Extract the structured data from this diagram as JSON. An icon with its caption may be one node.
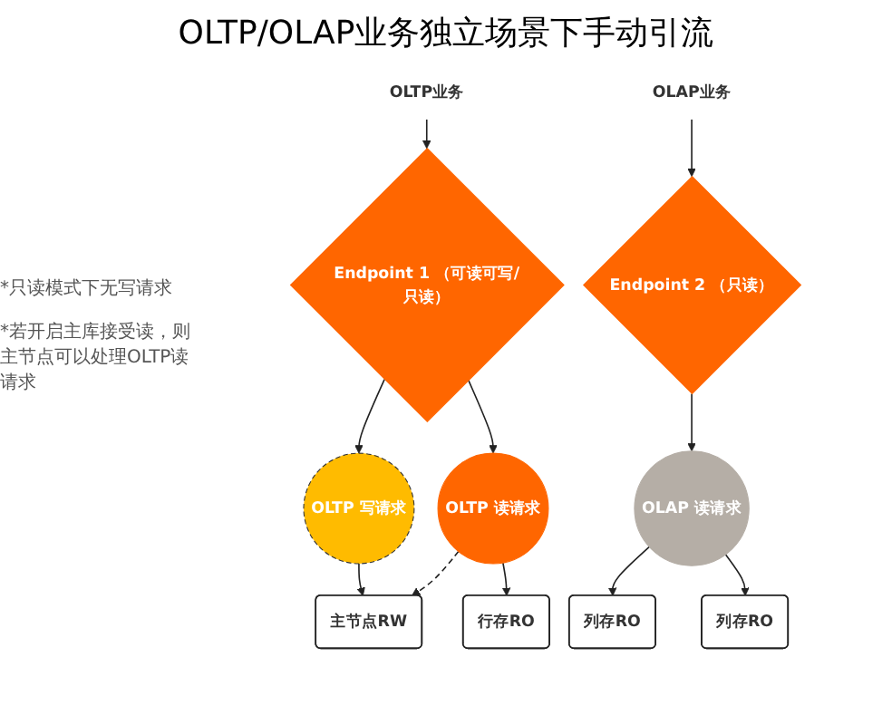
{
  "diagram": {
    "title": "OLTP/OLAP业务独立场景下手动引流",
    "nodes": [
      {
        "text": [
          "OLTP业务"
        ]
      },
      {
        "text": [
          "Endpoint 1 （可读可写/只读）"
        ]
      },
      {
        "text": [
          "OLTP 写请求"
        ]
      },
      {
        "text": [
          "OLTP 读请求"
        ]
      },
      {
        "text": [
          "主节点RW"
        ]
      },
      {
        "text": [
          "行存RO"
        ]
      },
      {
        "text": [
          "OLAP业务"
        ]
      },
      {
        "text": [
          "Endpoint 2 （只读）"
        ]
      },
      {
        "text": [
          "OLAP 读请求"
        ]
      },
      {
        "text": [
          "列存RO"
        ]
      },
      {
        "text": [
          "列存RO"
        ]
      }
    ],
    "edges": [
      {
        "from": 0,
        "to": 1,
        "arrow": "to"
      },
      {
        "from": 1,
        "to": 2,
        "arrow": "to"
      },
      {
        "from": 1,
        "to": 3,
        "arrow": "to"
      },
      {
        "from": 2,
        "to": 4,
        "arrow": "to"
      },
      {
        "from": 3,
        "to": 4,
        "arrow": "to",
        "style": "dashed"
      },
      {
        "from": 3,
        "to": 5,
        "arrow": "to"
      },
      {
        "from": 6,
        "to": 7,
        "arrow": "to"
      },
      {
        "from": 7,
        "to": 8,
        "arrow": "to"
      },
      {
        "from": 8,
        "to": 9,
        "arrow": "to"
      },
      {
        "from": 8,
        "to": 10,
        "arrow": "to"
      }
    ],
    "labels": [
      "*只读模式下无写请求",
      "*若开启主库接受读，则主节点可以处理OLTP读请求"
    ]
  }
}
